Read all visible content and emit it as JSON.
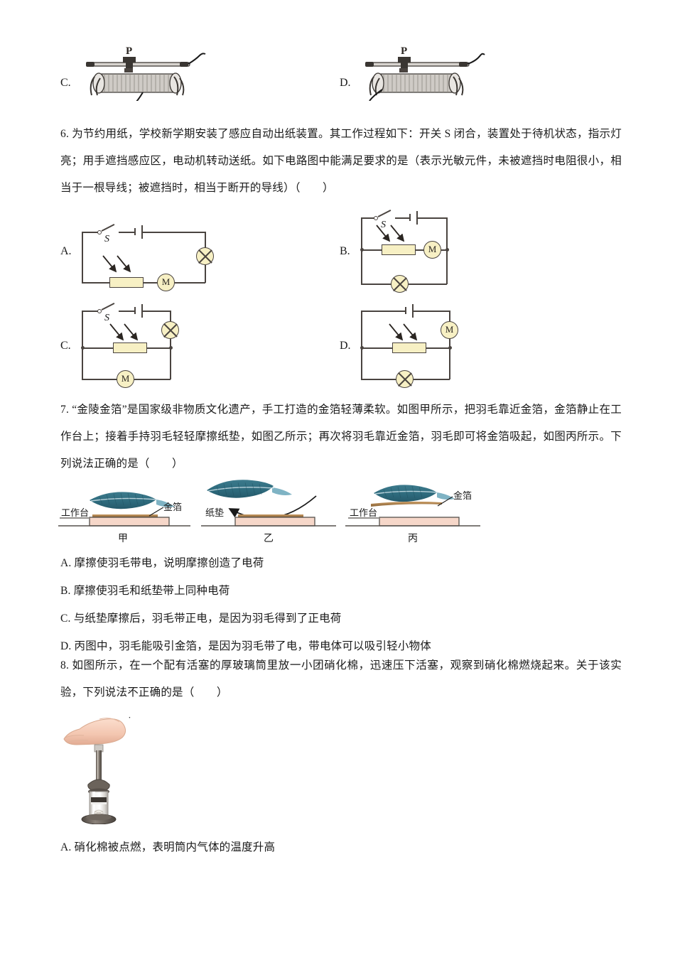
{
  "q5_options": {
    "c_label": "C.",
    "d_label": "D.",
    "slider_label_c": "P",
    "slider_label_d": "P"
  },
  "q6": {
    "number": "6.",
    "text": "为节约用纸，学校新学期安装了感应自动出纸装置。其工作过程如下：开关 S 闭合，装置处于待机状态，指示灯亮；用手遮挡感应区，电动机转动送纸。如下电路图中能满足要求的是（表示光敏元件，未被遮挡时电阻很小，相当于一根导线；被遮挡时，相当于断开的导线）（　　）",
    "options": [
      {
        "label": "A.",
        "switch_label": "S",
        "motor_label": "M"
      },
      {
        "label": "B.",
        "switch_label": "S",
        "motor_label": "M"
      },
      {
        "label": "C.",
        "switch_label": "S",
        "motor_label": "M"
      },
      {
        "label": "D.",
        "switch_label": "",
        "motor_label": "M"
      }
    ]
  },
  "q7": {
    "number": "7.",
    "text": "“金陵金箔”是国家级非物质文化遗产，手工打造的金箔轻薄柔软。如图甲所示，把羽毛靠近金箔，金箔静止在工作台上；接着手持羽毛轻轻摩擦纸垫，如图乙所示；再次将羽毛靠近金箔，羽毛即可将金箔吸起，如图丙所示。下列说法正确的是（　　）",
    "figure": {
      "panel1": {
        "caption": "甲",
        "bench_label": "工作台",
        "gold_label": "金箔"
      },
      "panel2": {
        "caption": "乙",
        "pad_label": "纸垫"
      },
      "panel3": {
        "caption": "丙",
        "bench_label": "工作台",
        "gold_label": "金箔"
      }
    },
    "options": [
      "A. 摩擦使羽毛带电，说明摩擦创造了电荷",
      "B. 摩擦使羽毛和纸垫带上同种电荷",
      "C. 与纸垫摩擦后，羽毛带正电，是因为羽毛得到了正电荷",
      "D. 丙图中，羽毛能吸引金箔，是因为羽毛带了电，带电体可以吸引轻小物体"
    ]
  },
  "q8": {
    "number": "8.",
    "text_part1": "如图所示，在一个配有活塞的厚玻璃筒里放一小团硝化棉，迅速压下活塞，观察到硝化棉燃烧起来。关于该实验，下列说法",
    "emphasis": "不正确",
    "text_part2": "的是（　　）",
    "options": [
      "A. 硝化棉被点燃，表明筒内气体的温度升高"
    ]
  },
  "colors": {
    "component_fill": "#f7f0c4",
    "wire": "#4a4440",
    "feather": "#2e6b7d",
    "gold_leaf": "#a87a45",
    "bench": "#f6d7c9"
  }
}
